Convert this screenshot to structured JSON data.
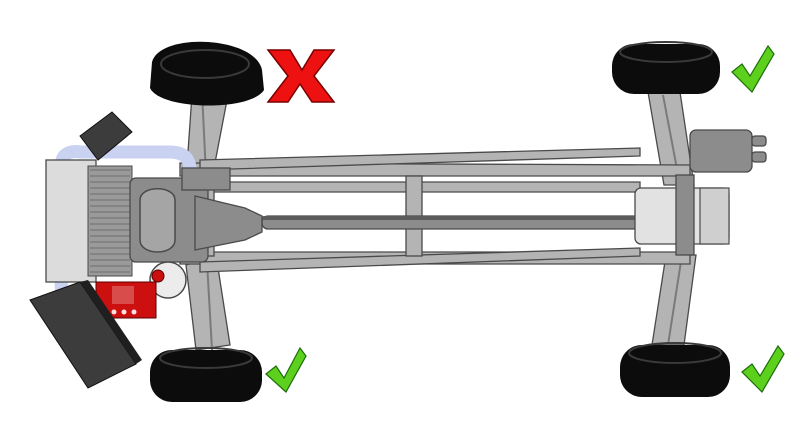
{
  "diagram": {
    "marks": [
      {
        "wheel": "front-left",
        "status": "fail",
        "symbol": "X"
      },
      {
        "wheel": "front-right",
        "status": "ok",
        "symbol": "check"
      },
      {
        "wheel": "rear-left",
        "status": "ok",
        "symbol": "check"
      },
      {
        "wheel": "rear-right",
        "status": "ok",
        "symbol": "check"
      }
    ],
    "colors": {
      "tire": "#0c0c0c",
      "tire_highlight": "#3a3a3a",
      "frame": "#b4b4b4",
      "frame_dark": "#7a7a7a",
      "frame_edge": "#4a4a4a",
      "housing": "#e2e2e2",
      "engine": "#8c8c8c",
      "radiator": "#dcdcdc",
      "radiator_core": "#9a9a9a",
      "pipe": "#c9d2f0",
      "block": "#3c3c3c",
      "red_part": "#cc1010",
      "x_red": "#ee1111",
      "check_green": "#5cd01c",
      "check_edge": "#1d6e0a"
    }
  }
}
